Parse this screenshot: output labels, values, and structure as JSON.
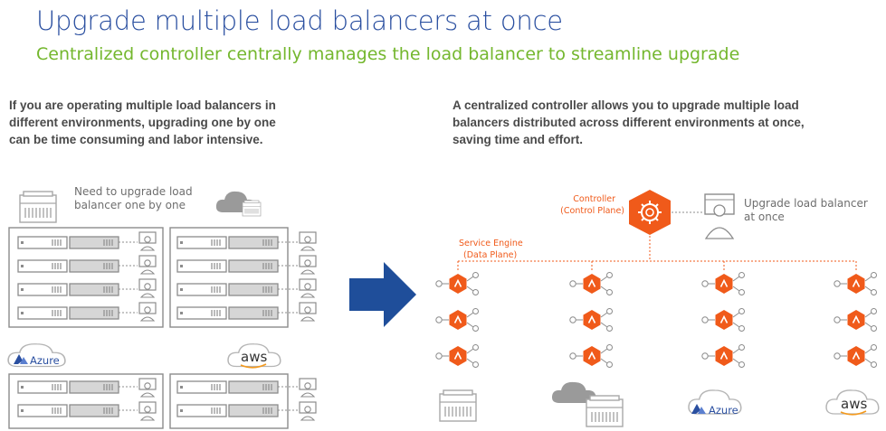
{
  "header": {
    "title": "Upgrade multiple load balancers at once",
    "subtitle": "Centralized controller centrally manages the load balancer to streamline upgrade"
  },
  "left": {
    "paragraph": [
      "If you are operating multiple load balancers in",
      "different environments, upgrading one by one",
      "can be time consuming and labor intensive."
    ],
    "note": [
      "Need to upgrade load",
      "balancer one by one"
    ],
    "azure_label": "Azure",
    "aws_label": "aws"
  },
  "right": {
    "paragraph": [
      "A centralized controller allows you to upgrade multiple load",
      "balancers distributed across different environments at once,",
      "saving time and effort."
    ],
    "controller_label": [
      "Controller",
      "(Control Plane)"
    ],
    "service_engine_label": [
      "Service Engine",
      "(Data Plane)"
    ],
    "upgrade_note": [
      "Upgrade load balancer",
      "at once"
    ],
    "azure_label": "Azure",
    "aws_label": "aws"
  },
  "colors": {
    "title": "#2a4fa0",
    "subtitle": "#74b72e",
    "accent_orange": "#f05a1a",
    "arrow_blue": "#1f4e9a",
    "gray_line": "#9a9a9a"
  }
}
